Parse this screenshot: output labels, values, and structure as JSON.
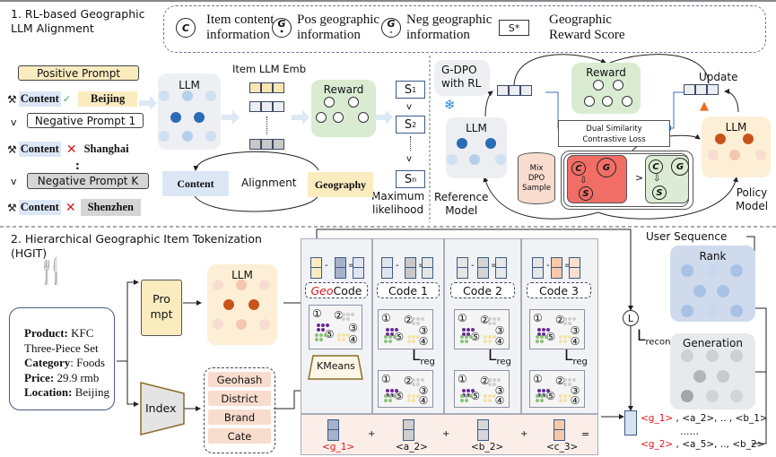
{
  "section1": {
    "title_line1": "1.  RL-based Geographic",
    "title_line2": "LLM Alignment"
  },
  "legend": {
    "items": [
      {
        "symbol": "C",
        "line1": "Item content",
        "line2": "information",
        "icon": "content-circle-icon"
      },
      {
        "symbol": "G+",
        "line1": "Pos geographic",
        "line2": "information",
        "icon": "pos-geo-circle-icon"
      },
      {
        "symbol": "G-",
        "line1": "Neg geographic",
        "line2": "information",
        "icon": "neg-geo-circle-icon"
      },
      {
        "symbol": "S*",
        "line1": "Geographic",
        "line2": "Reward Score",
        "icon": "reward-score-box-icon"
      }
    ]
  },
  "prompts": {
    "positive": "Positive Prompt",
    "negative1": "Negative Prompt 1",
    "negativeK": "Negative Prompt K",
    "content": "Content",
    "check": "✓",
    "cross": "✕",
    "loc_pos": "Beijing",
    "loc_neg1": "Shanghai",
    "loc_negK": "Shenzhen",
    "vee": "v",
    "colon": ":",
    "tool_icon": "⚒"
  },
  "alignment": {
    "llm_label": "LLM",
    "emb_label": "Item LLM Emb",
    "reward_label": "Reward",
    "content_box": "Content",
    "alignment_label": "Alignment",
    "geography_box": "Geography",
    "scores": [
      "S1",
      "S2",
      "Sn"
    ],
    "score_sub": [
      "1",
      "2",
      "n"
    ],
    "vee": "v",
    "max_line1": "Maximum",
    "max_line2": "likelihood"
  },
  "gdpo": {
    "title_line1": "G-DPO",
    "title_line2": "with RL",
    "snowflake": "❄",
    "fire": "🔥",
    "ref_llm": "LLM",
    "reward": "Reward",
    "update": "Update",
    "loss_line1": "Dual Similarity",
    "loss_line2": "Contrastive Loss",
    "policy_llm": "LLM",
    "mix_line1": "Mix",
    "mix_line2": "DPO",
    "mix_line3": "Sample",
    "gt": ">",
    "ref_line1": "Reference",
    "ref_line2": "Model",
    "policy_line1": "Policy",
    "policy_line2": "Model",
    "c": "C",
    "g": "G",
    "s": "S",
    "plus": "+",
    "minus": "-"
  },
  "section2": {
    "title_line1": "2. Hierarchical Geographic Item Tokenization",
    "title_line2": "(HGIT)"
  },
  "item": {
    "product_label": "Product:",
    "product_value": " KFC",
    "product_value2": "Three-Piece Set",
    "category_label": "Category",
    "category_value": ": Foods",
    "price_label": "Price:",
    "price_value": " 29.9 rmb",
    "location_label": "Location:",
    "location_value": " Beijing"
  },
  "hgit": {
    "prompt_line1": "Pro",
    "prompt_line2": "mpt",
    "llm": "LLM",
    "index": "Index",
    "attributes": [
      "Geohash",
      "District",
      "Brand",
      "Cate"
    ],
    "kmeans": "KMeans",
    "geo_word": "Geo",
    "code_word": " Code",
    "codes": [
      "Code  1",
      "Code  2",
      "Code  3"
    ],
    "lreg": "L",
    "lreg_sub": "reg",
    "tokens": [
      "<g_1>",
      "<a_2>",
      "<b_2>",
      "<c_3>"
    ],
    "plus": "+",
    "equals": "=",
    "cluster_nums": [
      "①",
      "②",
      "③",
      "④",
      "⑤"
    ]
  },
  "downstream": {
    "user_sequence": "User Sequence",
    "rank": "Rank",
    "generation": "Generation",
    "l_symbol": "L",
    "lrecon": "L",
    "lrecon_sub": "recon",
    "seq1_head": "<g_1>",
    "seq1_tail": " , <a_2>, .. , <b_1>",
    "dots": "……",
    "seq2_head": "<g_2>",
    "seq2_tail": " , <a_5>, .., <b_2>"
  },
  "colors": {
    "llm_blue": "#2a6cb5",
    "llm_orange": "#c8541b",
    "reward_green": "#d9ecd2",
    "positive_red": "#f06e66",
    "accent_red": "#e0161b",
    "prompt_yellow": "#fbecc0"
  }
}
